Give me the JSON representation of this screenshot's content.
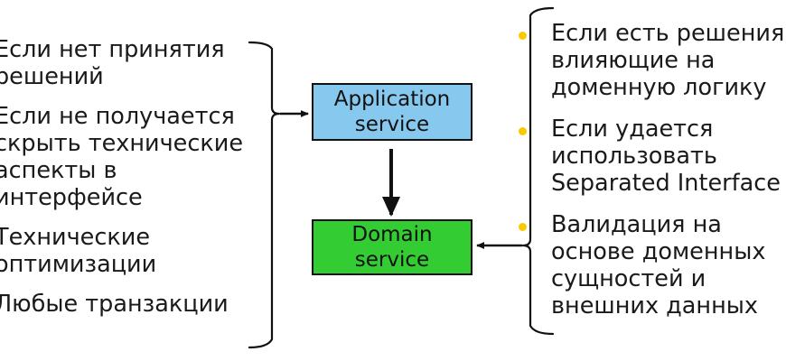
{
  "diagram": {
    "type": "flow-diagram",
    "background_color": "#ffffff",
    "text_color": "#1a1a1a",
    "bullet_color": "#fcc800"
  },
  "left_conditions": {
    "brace_label": "left-brace",
    "items": [
      {
        "text": "Если нет принятия\nрешений"
      },
      {
        "text": "Если не получается\nскрыть технические\nаспекты в\nинтерфейсе"
      },
      {
        "text": "Технические\nоптимизации"
      },
      {
        "text": "Любые транзакции"
      }
    ]
  },
  "right_conditions": {
    "brace_label": "right-brace",
    "items": [
      {
        "text": "Если есть решения,\nвлияющие на\nдоменную логику"
      },
      {
        "text": "Если удается\nиспользовать\nSeparated Interface"
      },
      {
        "text": "Валидация на\nоснове доменных\nсущностей и\nвнешних данных"
      }
    ]
  },
  "nodes": {
    "application_service": {
      "label": "Application\nservice",
      "fill": "#87c8ef",
      "border": "#111111"
    },
    "domain_service": {
      "label": "Domain\nservice",
      "fill": "#33cc33",
      "border": "#111111"
    }
  },
  "connectors": [
    {
      "name": "left-brace-to-application-service",
      "direction": "right"
    },
    {
      "name": "application-service-to-domain-service",
      "direction": "down"
    },
    {
      "name": "right-brace-to-domain-service",
      "direction": "left"
    }
  ]
}
